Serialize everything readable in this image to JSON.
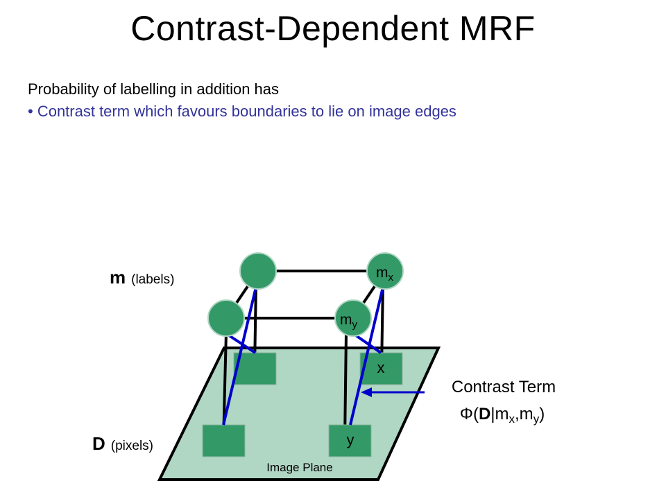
{
  "title": "Contrast-Dependent MRF",
  "intro": "Probability of labelling in addition has",
  "bullet": "• Contrast term which favours boundaries to lie on image edges",
  "diagram": {
    "labels_layer": {
      "symbol": "m",
      "description": "(labels)"
    },
    "pixels_layer": {
      "symbol": "D",
      "description": "(pixels)"
    },
    "node_mx": {
      "base": "m",
      "sub": "x"
    },
    "node_my": {
      "base": "m",
      "sub": "y"
    },
    "pixel_x": "x",
    "pixel_y": "y",
    "image_plane": "Image Plane",
    "contrast_term": {
      "title": "Contrast Term",
      "phi": "Φ(",
      "D": "D",
      "bar_m": "|m",
      "sub_x": "x",
      "comma_m": ",m",
      "sub_y": "y",
      "close": ")"
    }
  },
  "colors": {
    "node_fill": "#339966",
    "plane_fill": "#b0d6c4",
    "blue_edge": "#0000cc",
    "bullet_text": "#333399"
  }
}
